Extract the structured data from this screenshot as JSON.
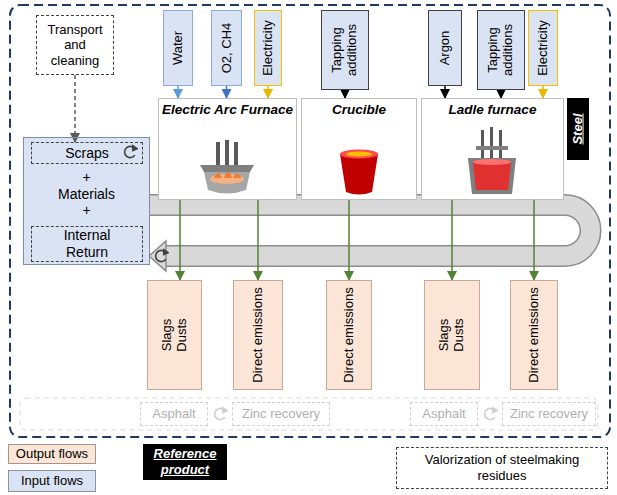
{
  "diagram": {
    "nodes": [
      {
        "text": [
          "Transport and cleaning"
        ]
      },
      {
        "text": [
          "+",
          "Materials",
          "+"
        ]
      },
      {
        "text": [
          "Scraps"
        ],
        "in": 1
      },
      {
        "text": [
          "Internal Return"
        ],
        "in": 1
      },
      {
        "text": [
          "Water"
        ]
      },
      {
        "text": [
          "O2, CH4"
        ]
      },
      {
        "text": [
          "Electricity"
        ]
      },
      {
        "text": [
          "Tapping additions"
        ]
      },
      {
        "text": [
          "Argon"
        ]
      },
      {
        "text": [
          "Tapping additions"
        ]
      },
      {
        "text": [
          "Electricity"
        ]
      },
      {
        "text": [
          "Electric Arc Furnace"
        ]
      },
      {
        "text": [
          "Crucible"
        ]
      },
      {
        "text": [
          "Ladle furnace"
        ]
      },
      {
        "text": [
          "Steel"
        ]
      },
      {
        "text": [
          "Slags Dusts"
        ]
      },
      {
        "text": [
          "Direct emissions"
        ]
      },
      {
        "text": [
          "Direct emissions"
        ]
      },
      {
        "text": [
          "Slags Dusts"
        ]
      },
      {
        "text": [
          "Direct emissions"
        ]
      },
      {
        "text": [
          "Asphalt"
        ]
      },
      {
        "text": [
          "Zinc recovery"
        ]
      },
      {
        "text": [
          "Asphalt"
        ]
      },
      {
        "text": [
          "Zinc recovery"
        ]
      }
    ],
    "edges": [
      {
        "from": 0,
        "to": 2,
        "arrow": "to"
      },
      {
        "from": 4,
        "to": 11,
        "arrow": "to"
      },
      {
        "from": 5,
        "to": 11,
        "arrow": "to"
      },
      {
        "from": 6,
        "to": 11,
        "arrow": "to"
      },
      {
        "from": 7,
        "to": 12,
        "arrow": "to"
      },
      {
        "from": 8,
        "to": 13,
        "arrow": "to"
      },
      {
        "from": 9,
        "to": 13,
        "arrow": "to"
      },
      {
        "from": 10,
        "to": 13,
        "arrow": "to"
      },
      {
        "from": 11,
        "to": 15,
        "arrow": "to"
      },
      {
        "from": 11,
        "to": 16,
        "arrow": "to"
      },
      {
        "from": 12,
        "to": 17,
        "arrow": "to"
      },
      {
        "from": 13,
        "to": 18,
        "arrow": "to"
      },
      {
        "from": 13,
        "to": 19,
        "arrow": "to"
      }
    ],
    "legend": [
      {
        "text": "Output flows",
        "color": "#fbe5d6"
      },
      {
        "text": "Reference product",
        "color": "#000000"
      },
      {
        "text": "Valorization of steelmaking residues"
      },
      {
        "text": "Input flows",
        "color": "#dae3f3"
      }
    ]
  }
}
